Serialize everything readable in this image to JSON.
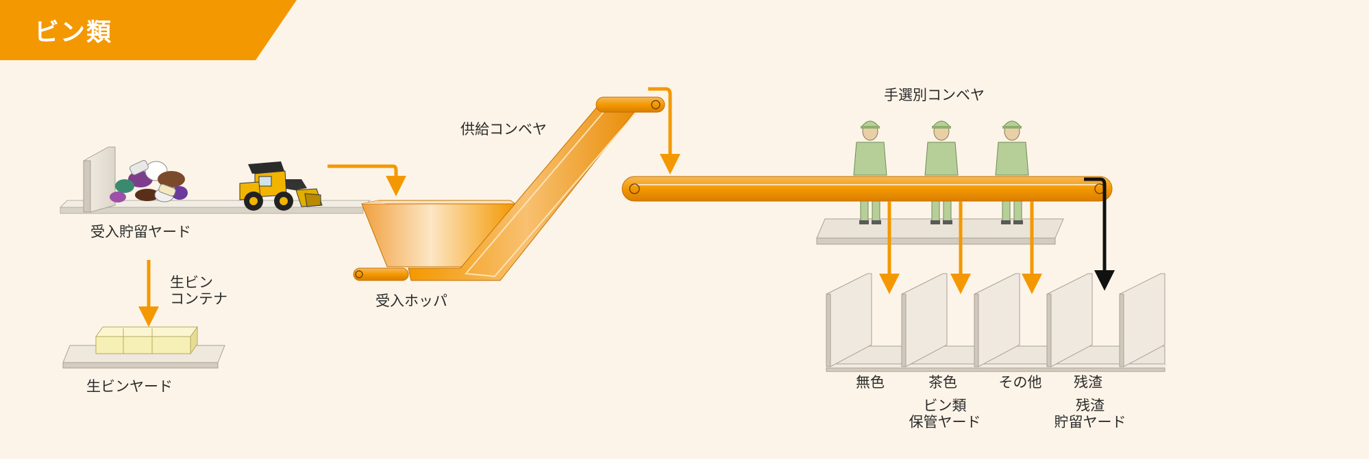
{
  "header": {
    "title": "ビン類"
  },
  "colors": {
    "accent": "#f39800",
    "background": "#fcf4e8",
    "floor": "#e9e2d6",
    "worker": "#b6cf98",
    "container": "#f7f0b6",
    "residue_arrow": "#111111"
  },
  "stations": {
    "receiving_yard": "受入貯留ヤード",
    "raw_bin_container": [
      "生ビン",
      "コンテナ"
    ],
    "raw_bin_yard": "生ビンヤード",
    "receiving_hopper": "受入ホッパ",
    "supply_conveyor": "供給コンベヤ",
    "hand_sorting_conveyor": "手選別コンベヤ"
  },
  "bins": [
    {
      "label": "無色"
    },
    {
      "label": "茶色"
    },
    {
      "label": "その他"
    },
    {
      "label": "残渣"
    }
  ],
  "yards": {
    "bin_storage": [
      "ビン類",
      "保管ヤード"
    ],
    "residue_storage": [
      "残渣",
      "貯留ヤード"
    ]
  },
  "icons": [
    "wheel-loader-icon",
    "worker-icon",
    "flow-arrow-icon",
    "glass-bottle-pile-icon"
  ]
}
